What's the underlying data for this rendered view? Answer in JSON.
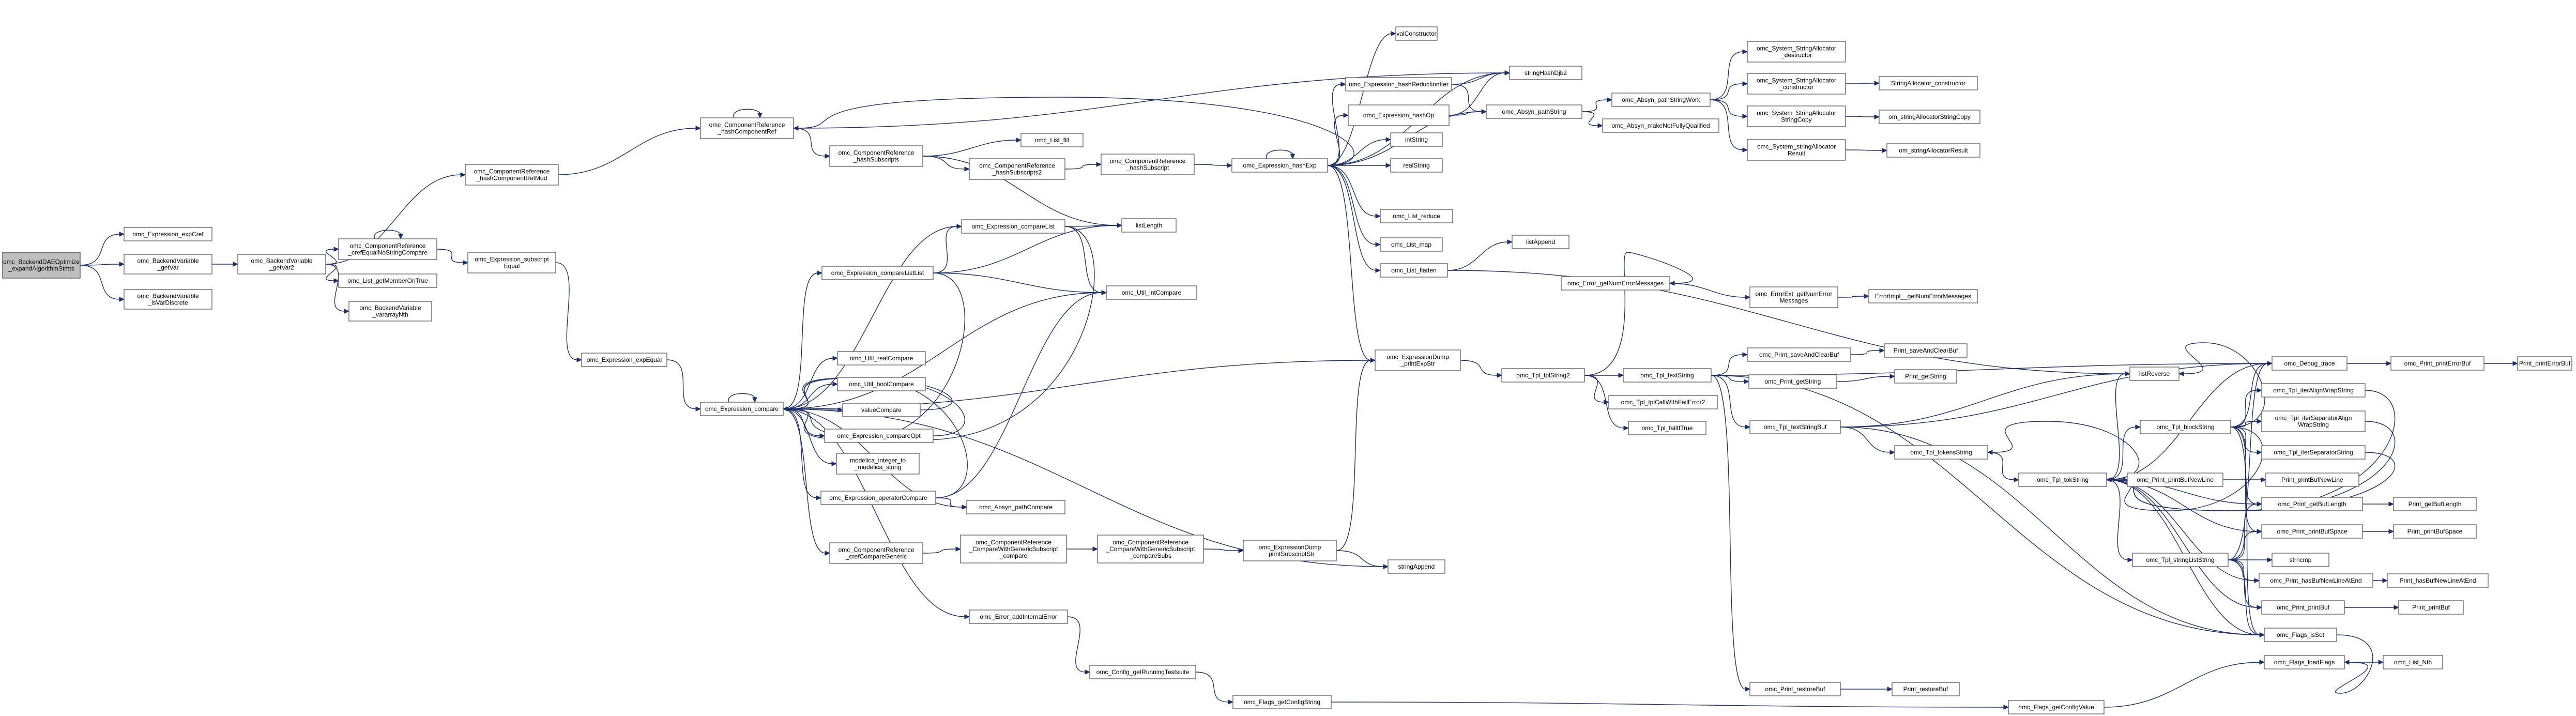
{
  "nodes": [
    {
      "id": "root",
      "lines": [
        "omc_BackendDAEOptimize",
        "_expandAlgorithmStmts"
      ],
      "root": true
    },
    {
      "id": "expCref",
      "lines": [
        "omc_Expression_expCref"
      ]
    },
    {
      "id": "getVar",
      "lines": [
        "omc_BackendVariable",
        "_getVar"
      ]
    },
    {
      "id": "isVarDiscrete",
      "lines": [
        "omc_BackendVariable",
        "_isVarDiscrete"
      ]
    },
    {
      "id": "getVar2",
      "lines": [
        "omc_BackendVariable",
        "_getVar2"
      ]
    },
    {
      "id": "hashComponentRefMod",
      "lines": [
        "omc_ComponentReference",
        "_hashComponentRefMod"
      ]
    },
    {
      "id": "crefEqualNoStringCompare",
      "lines": [
        "omc_ComponentReference",
        "_crefEqualNoStringCompare"
      ]
    },
    {
      "id": "getMemberOnTrue",
      "lines": [
        "omc_List_getMemberOnTrue"
      ]
    },
    {
      "id": "varArrayNth",
      "lines": [
        "omc_BackendVariable",
        "_vararrayNth"
      ]
    },
    {
      "id": "hashComponentRef",
      "lines": [
        "omc_ComponentReference",
        "_hashComponentRef"
      ]
    },
    {
      "id": "subscriptEqual",
      "lines": [
        "omc_Expression_subscript",
        "Equal"
      ]
    },
    {
      "id": "expEqual",
      "lines": [
        "omc_Expression_expEqual"
      ]
    },
    {
      "id": "hashSubscripts",
      "lines": [
        "omc_ComponentReference",
        "_hashSubscripts"
      ]
    },
    {
      "id": "listFill",
      "lines": [
        "omc_List_fill"
      ]
    },
    {
      "id": "hashSubscripts2",
      "lines": [
        "omc_ComponentReference",
        "_hashSubscripts2"
      ]
    },
    {
      "id": "hashSubscript",
      "lines": [
        "omc_ComponentReference",
        "_hashSubscript"
      ]
    },
    {
      "id": "compare",
      "lines": [
        "omc_Expression_compare"
      ]
    },
    {
      "id": "compareList",
      "lines": [
        "omc_Expression_compareList"
      ]
    },
    {
      "id": "compareListList",
      "lines": [
        "omc_Expression_compareListList"
      ]
    },
    {
      "id": "listLength",
      "lines": [
        "listLength"
      ]
    },
    {
      "id": "intCompare",
      "lines": [
        "omc_Util_intCompare"
      ]
    },
    {
      "id": "realCompare",
      "lines": [
        "omc_Util_realCompare"
      ]
    },
    {
      "id": "boolCompare",
      "lines": [
        "omc_Util_boolCompare"
      ]
    },
    {
      "id": "valueCompare",
      "lines": [
        "valueCompare"
      ]
    },
    {
      "id": "compareOpt",
      "lines": [
        "omc_Expression_compareOpt"
      ]
    },
    {
      "id": "integerToString",
      "lines": [
        "modelica_integer_to",
        "_modelica_string"
      ]
    },
    {
      "id": "operatorCompare",
      "lines": [
        "omc_Expression_operatorCompare"
      ]
    },
    {
      "id": "absynPathCompare",
      "lines": [
        "omc_Absyn_pathCompare"
      ]
    },
    {
      "id": "crefCompareGeneric",
      "lines": [
        "omc_ComponentReference",
        "_crefCompareGeneric"
      ]
    },
    {
      "id": "compareWithGenericSubscript",
      "lines": [
        "omc_ComponentReference",
        "_CompareWithGenericSubscript",
        "_compare"
      ]
    },
    {
      "id": "compareWithGenericSubscriptSubs",
      "lines": [
        "omc_ComponentReference",
        "_CompareWithGenericSubscript",
        "_compareSubs"
      ]
    },
    {
      "id": "printSubscriptStr",
      "lines": [
        "omc_ExpressionDump",
        "_printSubscriptStr"
      ]
    },
    {
      "id": "stringAppend",
      "lines": [
        "stringAppend"
      ]
    },
    {
      "id": "addInternalError",
      "lines": [
        "omc_Error_addInternalError"
      ]
    },
    {
      "id": "getRunningTestsuite",
      "lines": [
        "omc_Config_getRunningTestsuite"
      ]
    },
    {
      "id": "getConfigString",
      "lines": [
        "omc_Flags_getConfigString"
      ]
    },
    {
      "id": "getConfigValue",
      "lines": [
        "omc_Flags_getConfigValue"
      ]
    },
    {
      "id": "loadFlags",
      "lines": [
        "omc_Flags_loadFlags"
      ]
    },
    {
      "id": "listNth",
      "lines": [
        "omc_List_Nth"
      ]
    },
    {
      "id": "hashExp",
      "lines": [
        "omc_Expression_hashExp"
      ]
    },
    {
      "id": "valConstructor",
      "lines": [
        "valConstructor"
      ]
    },
    {
      "id": "hashReductionIter",
      "lines": [
        "omc_Expression_hashReductionIter"
      ]
    },
    {
      "id": "hashOp",
      "lines": [
        "omc_Expression_hashOp"
      ]
    },
    {
      "id": "stringHashDjb2",
      "lines": [
        "stringHashDjb2"
      ]
    },
    {
      "id": "pathString",
      "lines": [
        "omc_Absyn_pathString"
      ]
    },
    {
      "id": "intString",
      "lines": [
        "intString"
      ]
    },
    {
      "id": "realString",
      "lines": [
        "realString"
      ]
    },
    {
      "id": "listReduce",
      "lines": [
        "omc_List_reduce"
      ]
    },
    {
      "id": "listMap",
      "lines": [
        "omc_List_map"
      ]
    },
    {
      "id": "listFlatten",
      "lines": [
        "omc_List_flatten"
      ]
    },
    {
      "id": "listAppend",
      "lines": [
        "listAppend"
      ]
    },
    {
      "id": "printExpStr",
      "lines": [
        "omc_ExpressionDump",
        "_printExpStr"
      ]
    },
    {
      "id": "tplString2",
      "lines": [
        "omc_Tpl_tplString2"
      ]
    },
    {
      "id": "pathStringWork",
      "lines": [
        "omc_Absyn_pathStringWork"
      ]
    },
    {
      "id": "makeNotFullyQualified",
      "lines": [
        "omc_Absyn_makeNotFullyQualified"
      ]
    },
    {
      "id": "saDestructor",
      "lines": [
        "omc_System_StringAllocator",
        "_destructor"
      ]
    },
    {
      "id": "saConstructor",
      "lines": [
        "omc_System_StringAllocator",
        "_constructor"
      ]
    },
    {
      "id": "saStringCopy",
      "lines": [
        "omc_System_StringAllocator",
        "StringCopy"
      ]
    },
    {
      "id": "saResult",
      "lines": [
        "omc_System_stringAllocator",
        "Result"
      ]
    },
    {
      "id": "stringAllocatorConstructor",
      "lines": [
        "StringAllocator_constructor"
      ]
    },
    {
      "id": "stringAllocatorStringCopy",
      "lines": [
        "om_stringAllocatorStringCopy"
      ]
    },
    {
      "id": "stringAllocatorResult",
      "lines": [
        "om_stringAllocatorResult"
      ]
    },
    {
      "id": "getNumErrorMessages",
      "lines": [
        "omc_Error_getNumErrorMessages"
      ]
    },
    {
      "id": "errorExtGetNum",
      "lines": [
        "omc_ErrorExt_getNumError",
        "Messages"
      ]
    },
    {
      "id": "errorImplGetNum",
      "lines": [
        "ErrorImpl__getNumErrorMessages"
      ]
    },
    {
      "id": "textString",
      "lines": [
        "omc_Tpl_textString"
      ]
    },
    {
      "id": "tplCallWithFailError2",
      "lines": [
        "omc_Tpl_tplCallWithFailError2"
      ]
    },
    {
      "id": "failIfTrue",
      "lines": [
        "omc_Tpl_failIfTrue"
      ]
    },
    {
      "id": "saveAndClearBuf",
      "lines": [
        "omc_Print_saveAndClearBuf"
      ]
    },
    {
      "id": "printSaveAndClearBuf",
      "lines": [
        "Print_saveAndClearBuf"
      ]
    },
    {
      "id": "printGetString",
      "lines": [
        "omc_Print_getString"
      ]
    },
    {
      "id": "printGetStringC",
      "lines": [
        "Print_getString"
      ]
    },
    {
      "id": "textStringBuf",
      "lines": [
        "omc_Tpl_textStringBuf"
      ]
    },
    {
      "id": "listReverse",
      "lines": [
        "listReverse"
      ]
    },
    {
      "id": "debugTrace",
      "lines": [
        "omc_Debug_trace"
      ]
    },
    {
      "id": "printErrorBuf",
      "lines": [
        "omc_Print_printErrorBuf"
      ]
    },
    {
      "id": "printErrorBufC",
      "lines": [
        "Print_printErrorBuf"
      ]
    },
    {
      "id": "tokensString",
      "lines": [
        "omc_Tpl_tokensString"
      ]
    },
    {
      "id": "tokString",
      "lines": [
        "omc_Tpl_tokString"
      ]
    },
    {
      "id": "blockString",
      "lines": [
        "omc_Tpl_blockString"
      ]
    },
    {
      "id": "iterAlignWrapString",
      "lines": [
        "omc_Tpl_iterAlignWrapString"
      ]
    },
    {
      "id": "iterSeparatorAlignWrap",
      "lines": [
        "omc_Tpl_iterSeparatorAlign",
        "WrapString"
      ]
    },
    {
      "id": "iterSeparatorString",
      "lines": [
        "omc_Tpl_iterSeparatorString"
      ]
    },
    {
      "id": "printBufNewLine",
      "lines": [
        "omc_Print_printBufNewLine"
      ]
    },
    {
      "id": "printBufNewLineC",
      "lines": [
        "Print_printBufNewLine"
      ]
    },
    {
      "id": "getBufLength",
      "lines": [
        "omc_Print_getBufLength"
      ]
    },
    {
      "id": "getBufLengthC",
      "lines": [
        "Print_getBufLength"
      ]
    },
    {
      "id": "printBufSpace",
      "lines": [
        "omc_Print_printBufSpace"
      ]
    },
    {
      "id": "printBufSpaceC",
      "lines": [
        "Print_printBufSpace"
      ]
    },
    {
      "id": "stringListString",
      "lines": [
        "omc_Tpl_stringListString"
      ]
    },
    {
      "id": "strncmp",
      "lines": [
        "strncmp"
      ]
    },
    {
      "id": "hasBufNewLineAtEnd",
      "lines": [
        "omc_Print_hasBufNewLineAtEnd"
      ]
    },
    {
      "id": "hasBufNewLineAtEndC",
      "lines": [
        "Print_hasBufNewLineAtEnd"
      ]
    },
    {
      "id": "printBuf",
      "lines": [
        "omc_Print_printBuf"
      ]
    },
    {
      "id": "printBufC",
      "lines": [
        "Print_printBuf"
      ]
    },
    {
      "id": "flagsIsSet",
      "lines": [
        "omc_Flags_isSet"
      ]
    },
    {
      "id": "restoreBuf",
      "lines": [
        "omc_Print_restoreBuf"
      ]
    },
    {
      "id": "restoreBufC",
      "lines": [
        "Print_restoreBuf"
      ]
    }
  ]
}
